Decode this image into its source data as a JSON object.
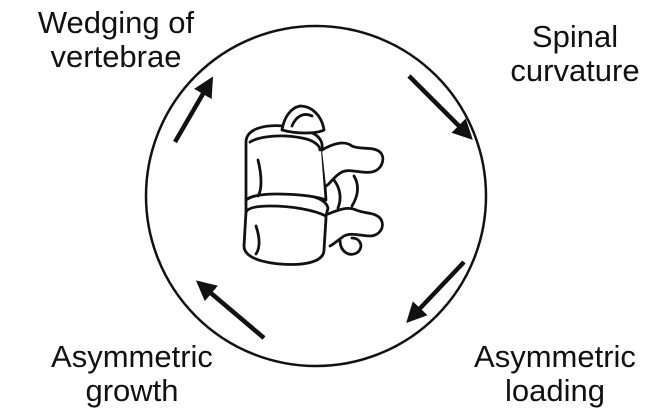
{
  "labels": {
    "top_left": {
      "line1": "Wedging of",
      "line2": "vertebrae"
    },
    "top_right": {
      "line1": "Spinal",
      "line2": "curvature"
    },
    "bottom_left": {
      "line1": "Asymmetric",
      "line2": "growth"
    },
    "bottom_right": {
      "line1": "Asymmetric",
      "line2": "loading"
    }
  },
  "colors": {
    "ink": "#111111",
    "background": "#ffffff"
  },
  "icons": {
    "center": "vertebrae-icon",
    "arrows": "arrow-icon"
  }
}
